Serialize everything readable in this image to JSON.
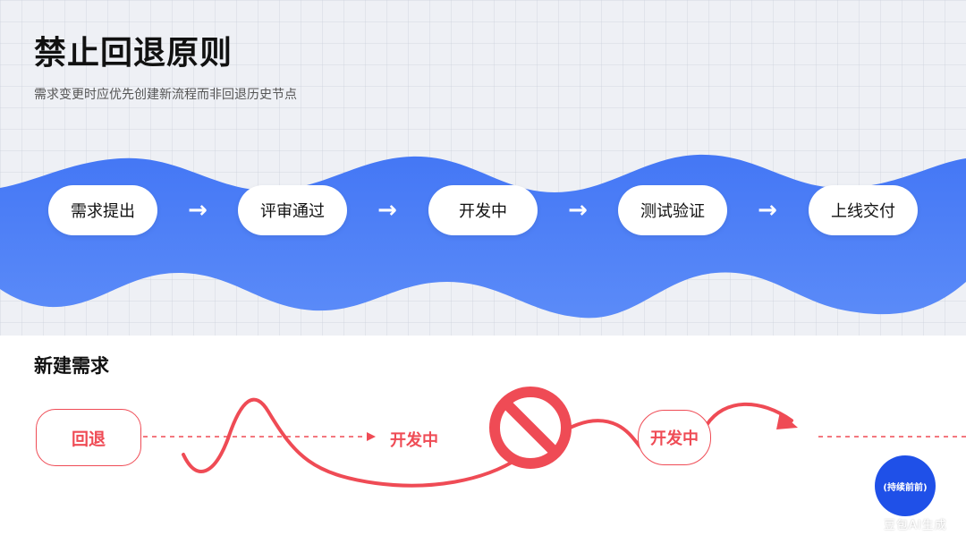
{
  "header": {
    "title": "禁止回退原则",
    "subtitle": "需求变更时应优先创建新流程而非回退历史节点"
  },
  "flow": {
    "steps": [
      "需求提出",
      "评审通过",
      "开发中",
      "测试验证",
      "上线交付"
    ],
    "arrow_glyph": "→",
    "color": "#4d7ef7"
  },
  "bottom": {
    "section_title": "新建需求",
    "rollback_label": "回退",
    "dev_label": "开发中",
    "dev_node_label": "开发中",
    "ongoing_label": "(持续前前)",
    "accent_color": "#ef4b55",
    "prohibited_icon": "no-entry-icon"
  },
  "watermark": "豆包AI生成"
}
